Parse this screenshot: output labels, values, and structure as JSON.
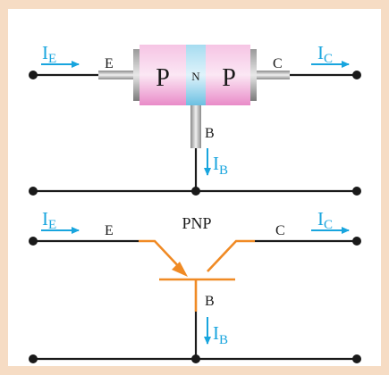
{
  "colors": {
    "page_border": "#f6dcc4",
    "panel": "#ffffff",
    "wire": "#1a1a1a",
    "current": "#18a5de",
    "p_region": "#f2a9d8",
    "n_region": "#8fd0ea",
    "symbol": "#f08a24"
  },
  "top_diagram": {
    "emitter_current": {
      "main": "I",
      "sub": "E"
    },
    "collector_current": {
      "main": "I",
      "sub": "C"
    },
    "base_current": {
      "main": "I",
      "sub": "B"
    },
    "emitter_label": "E",
    "collector_label": "C",
    "base_label": "B",
    "left_region": "P",
    "middle_region": "N",
    "right_region": "P"
  },
  "bottom_diagram": {
    "title": "PNP",
    "emitter_current": {
      "main": "I",
      "sub": "E"
    },
    "collector_current": {
      "main": "I",
      "sub": "C"
    },
    "base_current": {
      "main": "I",
      "sub": "B"
    },
    "emitter_label": "E",
    "collector_label": "C",
    "base_label": "B"
  }
}
